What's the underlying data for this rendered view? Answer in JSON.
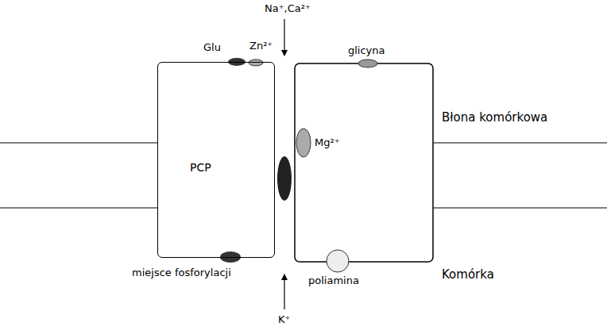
{
  "diagram": {
    "nodes": [
      {
        "text": [
          "PCP"
        ]
      }
    ],
    "labels": [
      "Na⁺,Ca²⁺",
      "Glu",
      "Zn²⁺",
      "glicyna",
      "Mg²⁺",
      "Błona komórkowa",
      "miejsce fosforylacji",
      "poliamina",
      "Komórka",
      "K⁺"
    ]
  }
}
